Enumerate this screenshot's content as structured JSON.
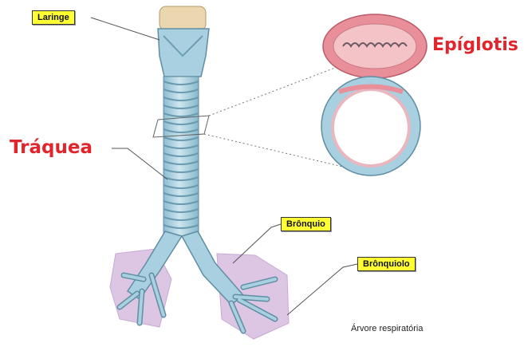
{
  "labels": {
    "laringe": "Laringe",
    "traqueia": "Tráquea",
    "epiglote": "Epíglotis",
    "bronquio": "Brônquio",
    "bronquiolo": "Brônquiolo",
    "caption": "Árvore respiratória"
  },
  "colors": {
    "label_red": "#e0262c",
    "tag_yellow": "#ffff33",
    "airway_blue": "#a9d0e0",
    "cartilage_ring": "#7fb3c9",
    "lung_lilac": "#ddc6e4",
    "mucosa_pink": "#e98f9a"
  }
}
